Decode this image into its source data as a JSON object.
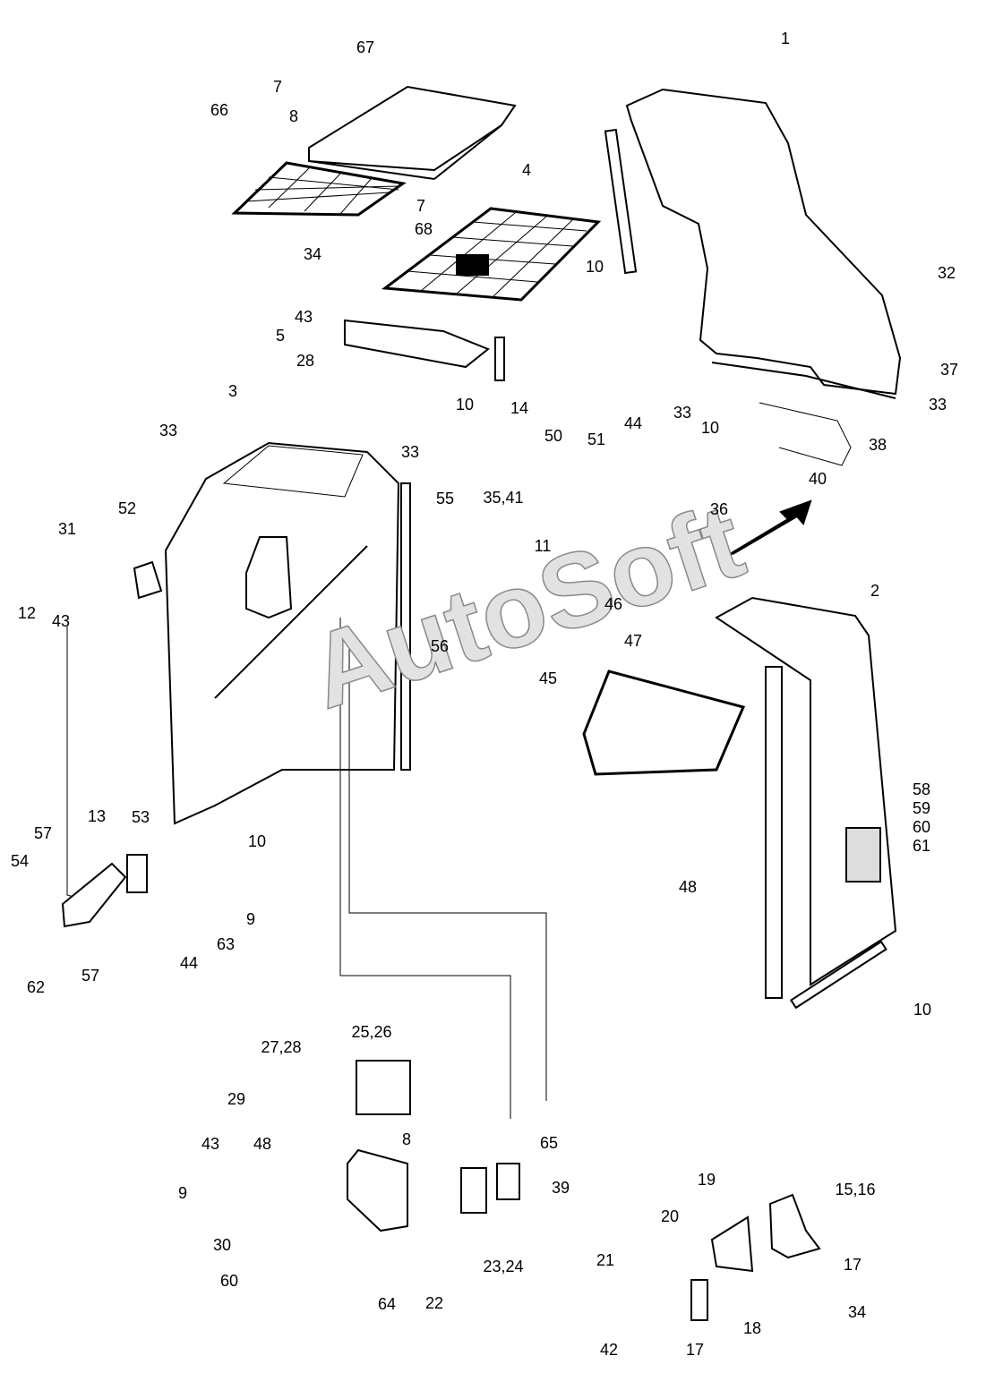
{
  "watermark": "AutoSoft",
  "callouts": [
    "67",
    "7",
    "8",
    "66",
    "7",
    "68",
    "34",
    "43",
    "5",
    "28",
    "4",
    "1",
    "10",
    "32",
    "37",
    "33",
    "10",
    "33",
    "38",
    "40",
    "36",
    "10",
    "14",
    "50",
    "51",
    "44",
    "3",
    "33",
    "33",
    "55",
    "35,41",
    "11",
    "56",
    "52",
    "31",
    "12",
    "43",
    "46",
    "47",
    "45",
    "2",
    "48",
    "10",
    "10",
    "57",
    "13",
    "53",
    "54",
    "9",
    "63",
    "44",
    "62",
    "57",
    "27,28",
    "25,26",
    "29",
    "48",
    "8",
    "43",
    "9",
    "65",
    "39",
    "30",
    "60",
    "64",
    "22",
    "23,24",
    "19",
    "15,16",
    "20",
    "21",
    "17",
    "34",
    "18",
    "42",
    "17"
  ],
  "stacked_callouts": [
    "58",
    "59",
    "60",
    "61"
  ],
  "direction_arrow": "arrow-up-right"
}
